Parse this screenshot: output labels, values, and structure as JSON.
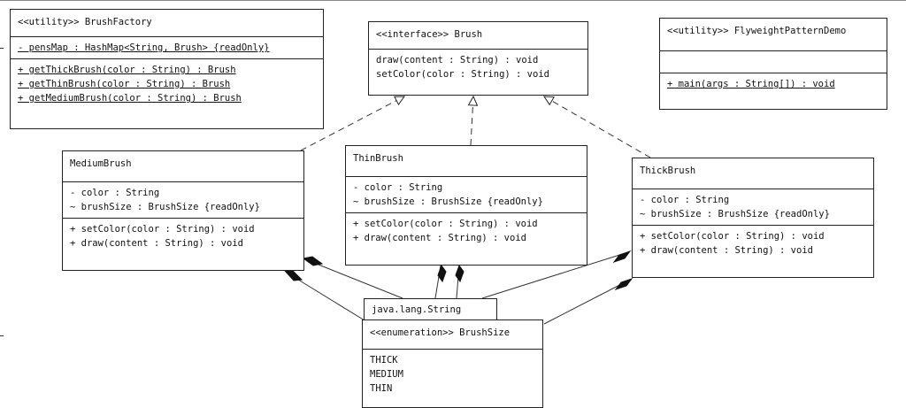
{
  "diagram": {
    "classes": {
      "brush_factory": {
        "title": "<<utility>> BrushFactory",
        "attributes": [
          "- pensMap : HashMap<String, Brush> {readOnly}"
        ],
        "operations": [
          "+ getThickBrush(color : String) : Brush",
          "+ getThinBrush(color : String) : Brush",
          "+ getMediumBrush(color : String) : Brush"
        ]
      },
      "brush": {
        "title": "<<interface>> Brush",
        "operations": [
          "draw(content : String) : void",
          "setColor(color : String) : void"
        ]
      },
      "flyweight_demo": {
        "title": "<<utility>> FlyweightPatternDemo",
        "operations": [
          "+ main(args : String[]) : void"
        ]
      },
      "medium_brush": {
        "title": "MediumBrush",
        "attributes": [
          "- color : String",
          "~ brushSize : BrushSize {readOnly}"
        ],
        "operations": [
          "+ setColor(color : String) : void",
          "+ draw(content : String) : void"
        ]
      },
      "thin_brush": {
        "title": "ThinBrush",
        "attributes": [
          "- color : String",
          "~ brushSize : BrushSize {readOnly}"
        ],
        "operations": [
          "+ setColor(color : String) : void",
          "+ draw(content : String) : void"
        ]
      },
      "thick_brush": {
        "title": "ThickBrush",
        "attributes": [
          "- color : String",
          "~ brushSize : BrushSize {readOnly}"
        ],
        "operations": [
          "+ setColor(color : String) : void",
          "+ draw(content : String) : void"
        ]
      },
      "java_string": {
        "title": "java.lang.String"
      },
      "brush_size": {
        "title": "<<enumeration>> BrushSize",
        "literals": [
          "THICK",
          "MEDIUM",
          "THIN"
        ]
      }
    }
  }
}
